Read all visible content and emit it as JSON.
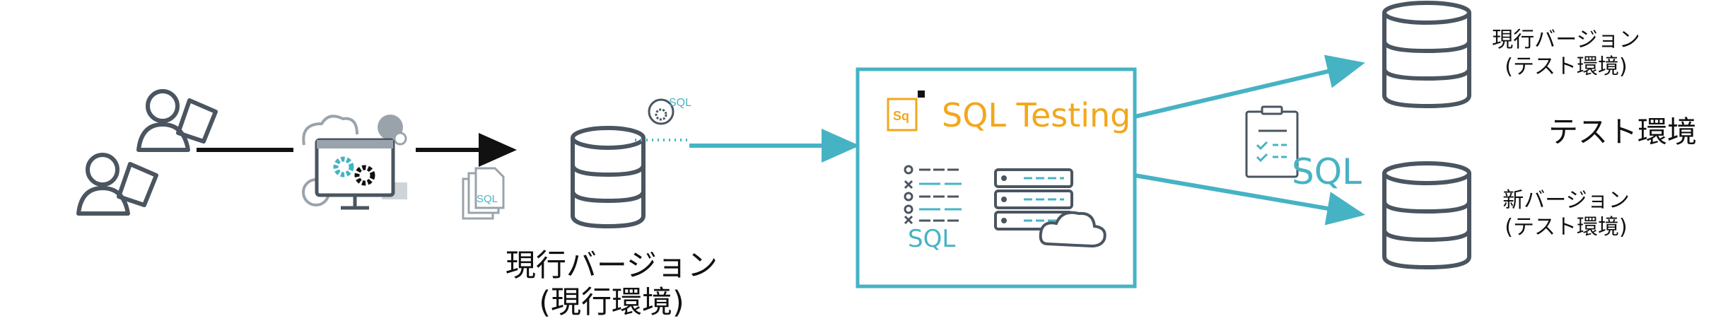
{
  "current": {
    "line1": "現行バージョン",
    "line2": "(現行環境)"
  },
  "tool": {
    "name": "SQL Testing",
    "logo_text": "Sq",
    "sql_label": "SQL"
  },
  "target_current": {
    "line1": "現行バージョン",
    "line2": "(テスト環境)"
  },
  "target_new": {
    "line1": "新バージョン",
    "line2": "(テスト環境)"
  },
  "environment_label": "テスト環境",
  "sql_checklist_label": "SQL",
  "icons": {
    "doc_label": "SQL",
    "gear_label": "SQL"
  },
  "colors": {
    "accent": "#46b3c4",
    "icon": "#4a5560",
    "logo": "#f2a71c"
  }
}
